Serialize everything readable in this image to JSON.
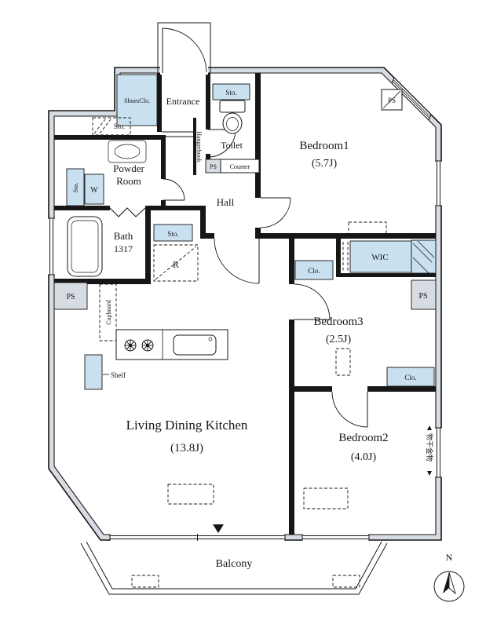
{
  "floorplan": {
    "rooms": {
      "entrance": "Entrance",
      "toilet": "Toilet",
      "hall": "Hall",
      "powder_room_line1": "Powder",
      "powder_room_line2": "Room",
      "bath": "Bath",
      "bath_size": "1317",
      "bedroom1": "Bedroom1",
      "bedroom1_size": "(5.7J)",
      "bedroom2": "Bedroom2",
      "bedroom2_size": "(4.0J)",
      "bedroom3": "Bedroom3",
      "bedroom3_size": "(2.5J)",
      "wic": "WIC",
      "ldk": "Living Dining Kitchen",
      "ldk_size": "(13.8J)",
      "balcony": "Balcony"
    },
    "storage": {
      "shoes_closet": "ShoesClo.",
      "sto_entrance": "Sto.",
      "sto_toilet": "Sto.",
      "sto_powder": "Sto.",
      "sto_kitchen": "Sto.",
      "washer": "W",
      "refrigerator": "R",
      "cupboard": "Cupboard",
      "shelf": "Shelf",
      "closet_bedroom3": "Clo.",
      "closet_bedroom2": "Clo.",
      "hangerhook": "Hangerhook",
      "counter": "Counter"
    },
    "shafts": {
      "ps_top_right": "PS",
      "ps_toilet": "PS",
      "ps_left": "PS",
      "ps_right": "PS"
    },
    "annotations": {
      "laundry_fitting": "物干金物",
      "north_mark": "N"
    },
    "colors": {
      "storage_fill": "#c9e0f1",
      "wall_fill": "#d7dce2"
    }
  }
}
